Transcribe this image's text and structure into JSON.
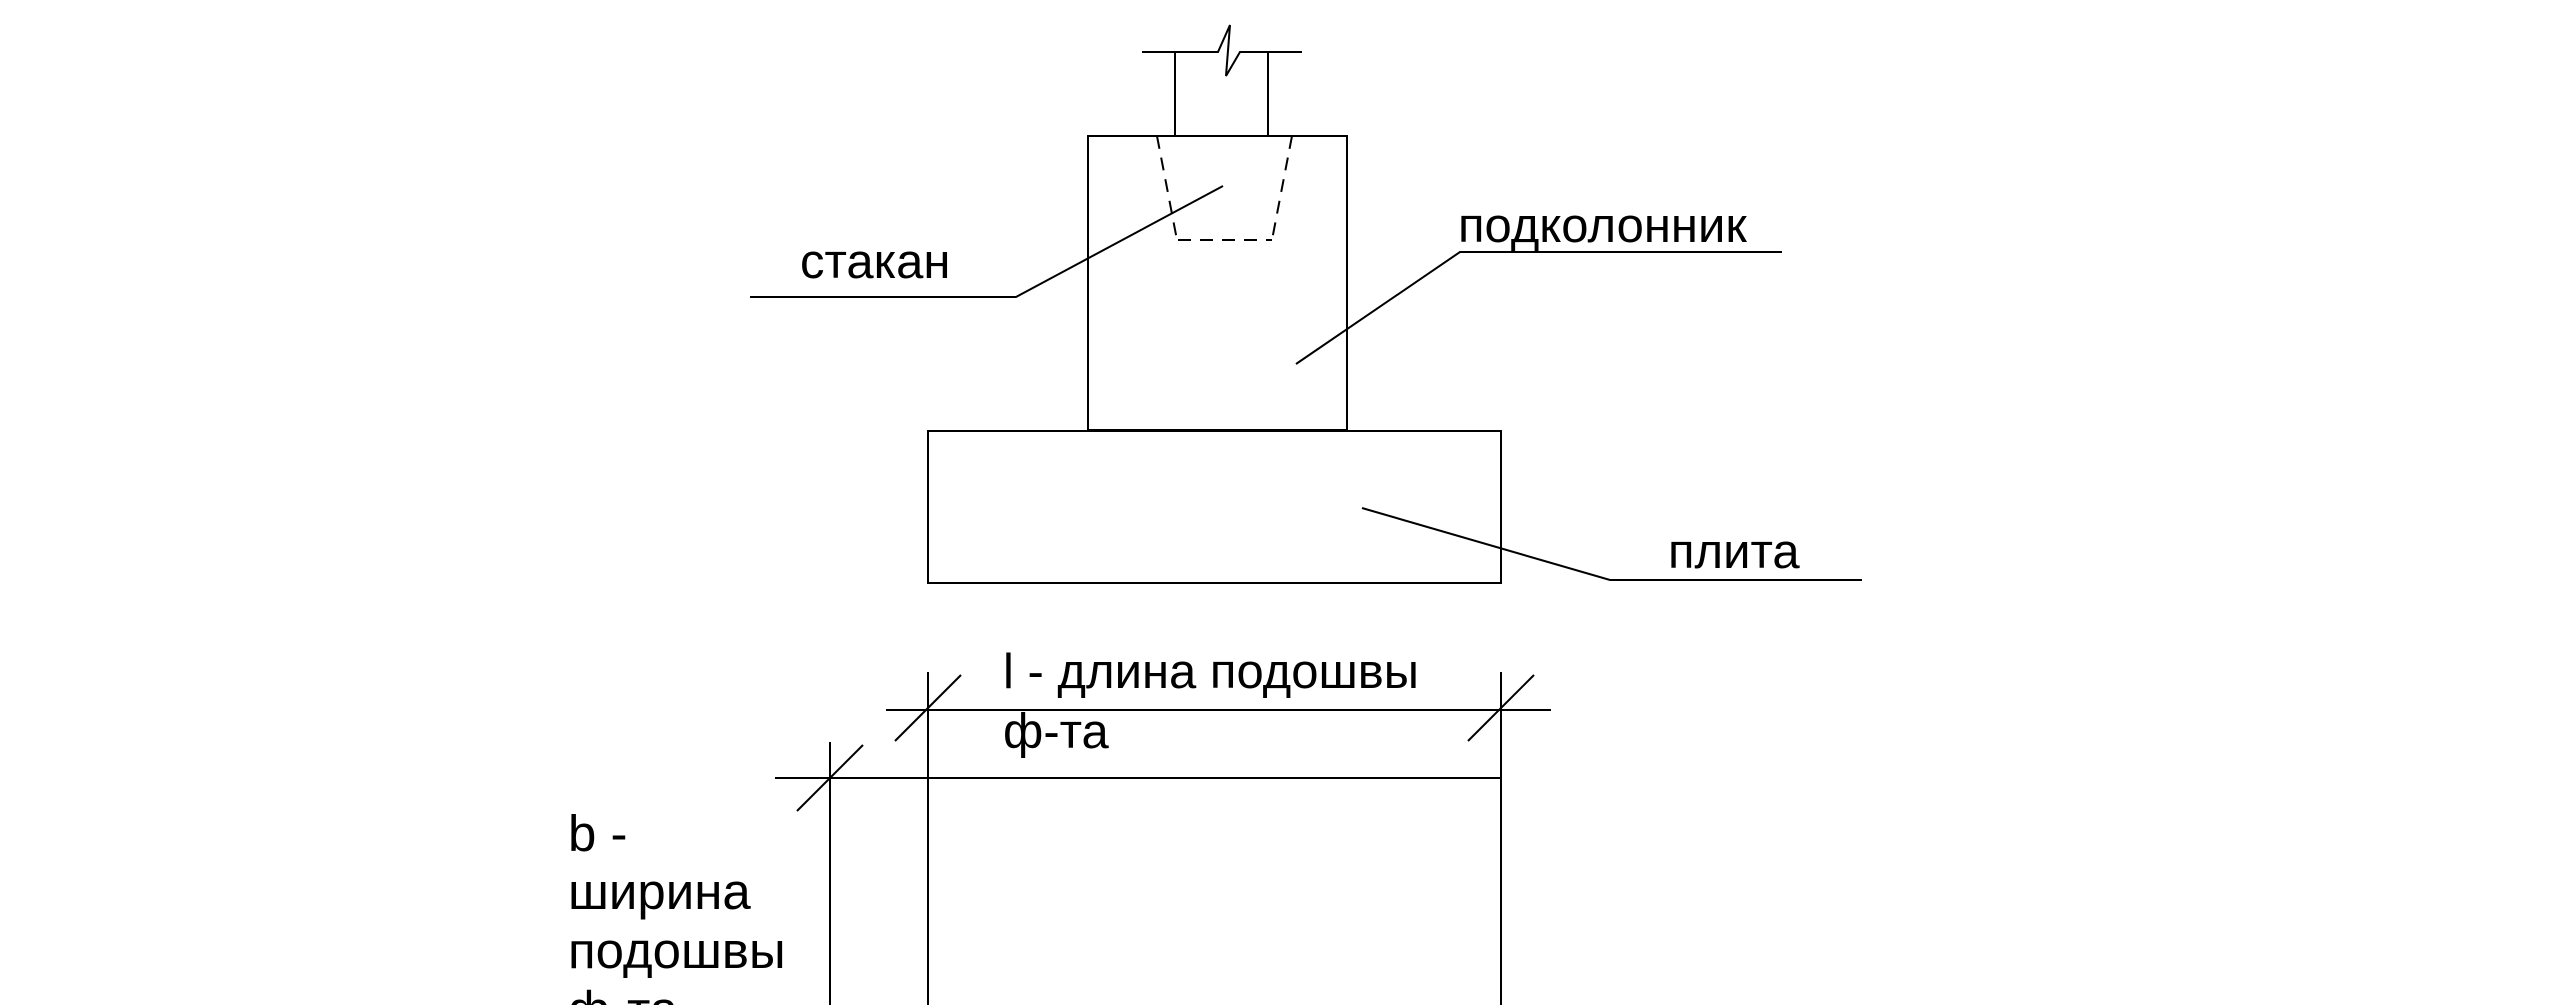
{
  "labels": {
    "glass": "стакан",
    "column_base": "подколонник",
    "slab": "плита",
    "length_line1": "l - длина подошвы",
    "length_line2": "ф-та",
    "width_line1": "b -",
    "width_line2": "ширина",
    "width_line3": "подошвы",
    "width_line4": "ф-та"
  },
  "colors": {
    "ink": "#000000",
    "background": "#ffffff"
  }
}
